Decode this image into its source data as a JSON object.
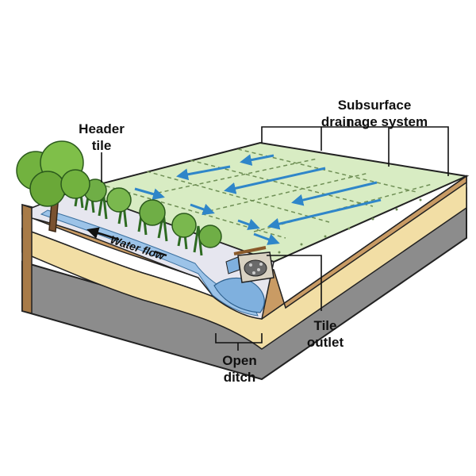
{
  "labels": {
    "header_tile": [
      "Header",
      "tile"
    ],
    "subsurface": [
      "Subsurface",
      "drainage system"
    ],
    "water_flow": "Water flow",
    "tile_outlet": [
      "Tile",
      "outlet"
    ],
    "open_ditch": [
      "Open",
      "ditch"
    ]
  },
  "colors": {
    "field_surface": "#d8ecc3",
    "drain_arrow": "#2f86c9",
    "water": "#9cc3e8",
    "soil_top": "#c9a06c",
    "soil_light": "#f3e1a8",
    "bedrock": "#8a8a8a",
    "vegetation": "#5f9f3f"
  }
}
